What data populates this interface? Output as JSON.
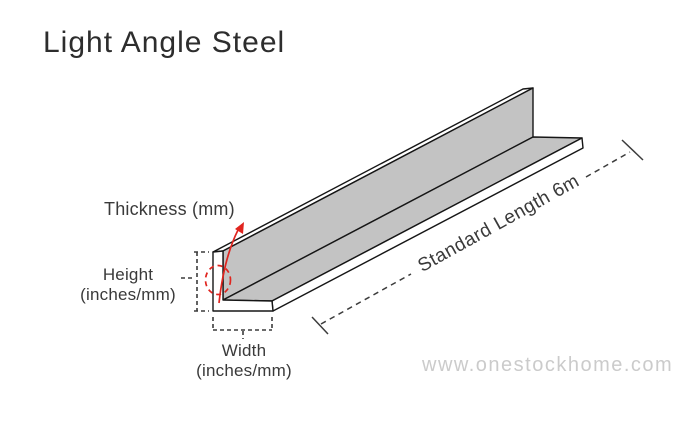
{
  "title": "Light Angle Steel",
  "diagram": {
    "thickness_label": "Thickness (mm)",
    "height_label_line1": "Height",
    "height_label_line2": "(inches/mm)",
    "width_label_line1": "Width",
    "width_label_line2": "(inches/mm)",
    "length_label": "Standard Length 6m"
  },
  "watermark": "www.onestockhome.com",
  "colors": {
    "steel_fill": "#c3c3c3",
    "face_fill": "#ffffff",
    "outline": "#161616",
    "dimension_line": "#3c3c3c",
    "annotation_red": "#e0251f",
    "text": "#3a3a3a",
    "watermark": "#cbcbcb"
  }
}
